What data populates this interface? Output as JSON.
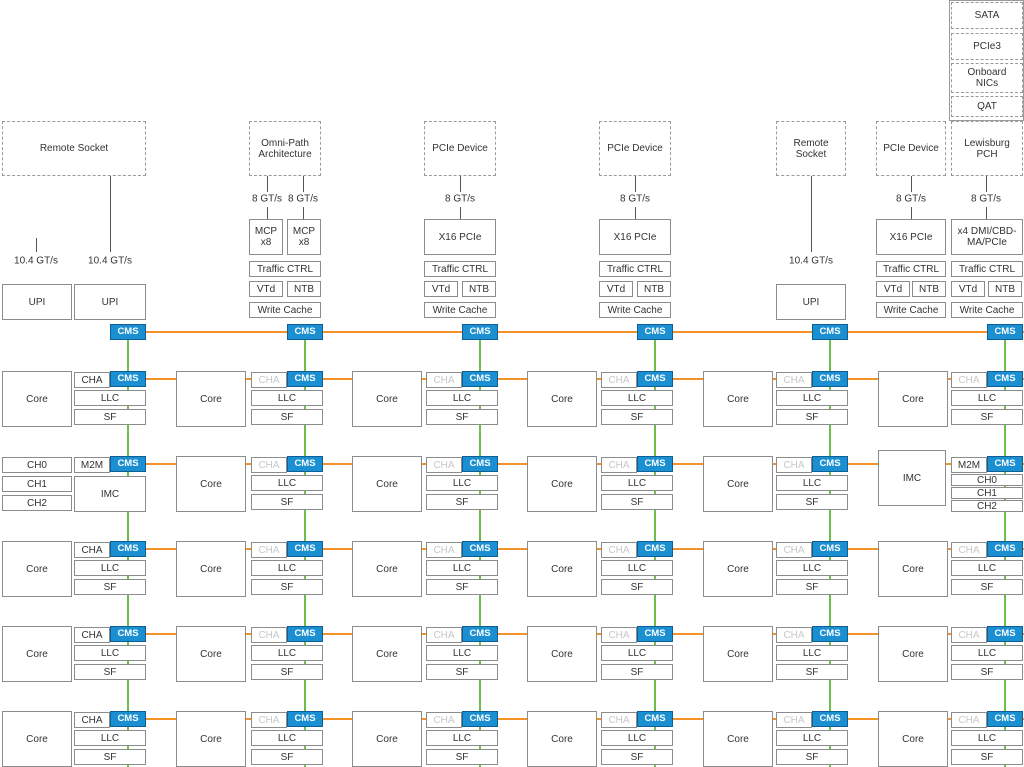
{
  "labels": {
    "cms": "CMS",
    "cha": "CHA",
    "llc": "LLC",
    "sf": "SF",
    "core": "Core",
    "m2m": "M2M",
    "imc": "IMC",
    "ch0": "CH0",
    "ch1": "CH1",
    "ch2": "CH2",
    "upi": "UPI",
    "mcp": "MCP\nx8",
    "x16": "X16 PCIe",
    "dmi": "x4 DMI/CBD-\nMA/PCIe",
    "traffic": "Traffic CTRL",
    "vtd": "VTd",
    "ntb": "NTB",
    "wcache": "Write Cache",
    "rate8": "8 GT/s",
    "rate104": "10.4 GT/s"
  },
  "external": {
    "remote_socket": "Remote Socket",
    "remote_socket_2": "Remote\nSocket",
    "omnipath": "Omni-Path\nArchitecture",
    "pcie_device": "PCIe Device",
    "lewisburg": "Lewisburg\nPCH"
  },
  "pch_items": [
    "SATA",
    "PCIe3",
    "Onboard\nNICs",
    "QAT"
  ],
  "colors": {
    "cms_fill": "#1a8fd1",
    "horizontal_link": "#f39227",
    "vertical_link": "#6cc04a"
  }
}
